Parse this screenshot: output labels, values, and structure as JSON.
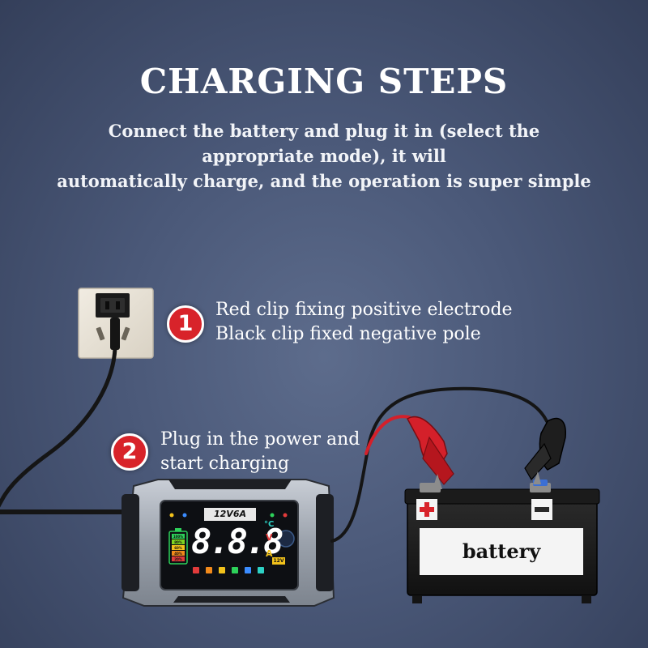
{
  "title": "CHARGING STEPS",
  "subtitle_lines": [
    "Connect the battery and plug it in (select the",
    "appropriate mode), it will",
    "automatically charge, and the operation is super simple"
  ],
  "steps": [
    {
      "number": "1",
      "lines": [
        "Red clip fixing positive electrode",
        "Black clip fixed negative pole"
      ]
    },
    {
      "number": "2",
      "lines": [
        "Plug in the power and",
        "start charging"
      ]
    }
  ],
  "charger": {
    "model": "12V6A",
    "display_digits": "8.8.8",
    "unit_temp": "°C",
    "unit_volt": "V",
    "unit_amp": "A",
    "mode_badge": "12V",
    "levels": [
      "100%",
      "80%",
      "60%",
      "40%",
      "20%"
    ]
  },
  "battery": {
    "label": "battery",
    "positive_symbol": "+",
    "negative_symbol": "−"
  },
  "colors": {
    "badge_red": "#d8232a",
    "clip_red": "#d4202a",
    "clip_black": "#1e1e1e",
    "battery_positive": "#d8232a",
    "battery_negative": "#2a2a2a"
  }
}
